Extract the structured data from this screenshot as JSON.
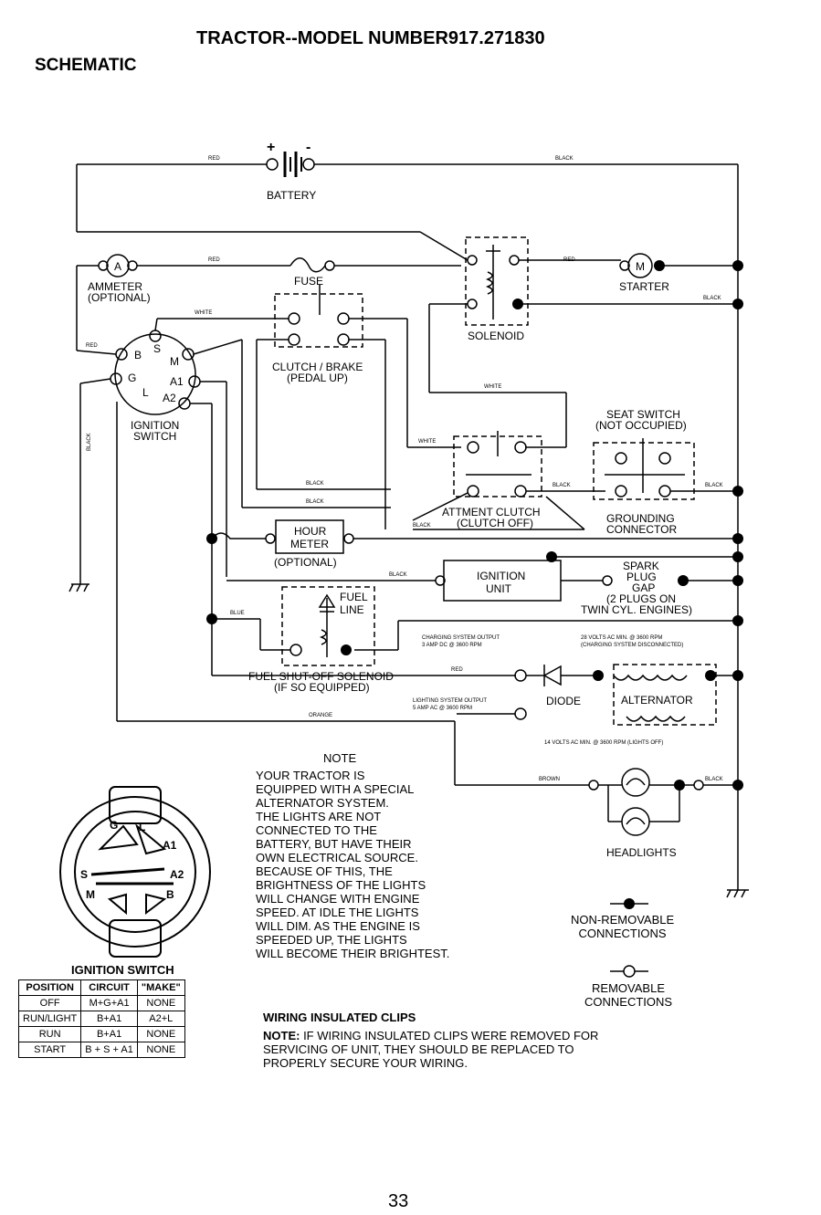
{
  "header": {
    "title": "TRACTOR--MODEL NUMBER917.271830",
    "section": "SCHEMATIC"
  },
  "components": {
    "battery": "BATTERY",
    "battery_plus": "+",
    "battery_minus": "-",
    "ammeter_symbol": "A",
    "ammeter": "AMMETER",
    "ammeter_opt": "(OPTIONAL)",
    "fuse": "FUSE",
    "clutch_brake": "CLUTCH / BRAKE",
    "clutch_brake_sub": "(PEDAL UP)",
    "solenoid": "SOLENOID",
    "starter_symbol": "M",
    "starter": "STARTER",
    "ignition_switch_line1": "IGNITION",
    "ignition_switch_line2": "SWITCH",
    "seat_switch": "SEAT SWITCH",
    "seat_switch_sub": "(NOT OCCUPIED)",
    "grounding": "GROUNDING",
    "grounding_sub": "CONNECTOR",
    "attmt_clutch": "ATTMENT CLUTCH",
    "attmt_clutch_sub": "(CLUTCH OFF)",
    "hour_meter_line1": "HOUR",
    "hour_meter_line2": "METER",
    "hour_meter_opt": "(OPTIONAL)",
    "ignition_unit_line1": "IGNITION",
    "ignition_unit_line2": "UNIT",
    "spark_plug_1": "SPARK",
    "spark_plug_2": "PLUG",
    "spark_plug_3": "GAP",
    "spark_plug_4": "(2 PLUGS ON",
    "spark_plug_5": "TWIN CYL. ENGINES)",
    "fuel_line_1": "FUEL",
    "fuel_line_2": "LINE",
    "fuel_shutoff": "FUEL SHUT-OFF SOLENOID",
    "fuel_shutoff_sub": "(IF SO EQUIPPED)",
    "charging_output_1": "CHARGING SYSTEM OUTPUT",
    "charging_output_2": "3 AMP DC @ 3600 RPM",
    "volts_28_1": "28 VOLTS AC MIN. @ 3600 RPM",
    "volts_28_2": "(CHARGING SYSTEM DISCONNECTED)",
    "lighting_output_1": "LIGHTING SYSTEM OUTPUT",
    "lighting_output_2": "5 AMP AC @ 3600 RPM",
    "diode": "DIODE",
    "alternator": "ALTERNATOR",
    "volts_14": "14 VOLTS AC MIN. @ 3600 RPM (LIGHTS OFF)",
    "headlights": "HEADLIGHTS"
  },
  "terminals": {
    "b": "B",
    "s": "S",
    "m": "M",
    "g": "G",
    "a1": "A1",
    "l": "L",
    "a2": "A2"
  },
  "ignition_icon_labels": {
    "g": "G",
    "l": "L",
    "a1": "A1",
    "s": "S",
    "a2": "A2",
    "m": "M",
    "b": "B"
  },
  "wire_colors": {
    "red": "RED",
    "black": "BLACK",
    "white": "WHITE",
    "blue": "BLUE",
    "orange": "ORANGE",
    "brown": "BROWN"
  },
  "note": {
    "title": "NOTE",
    "body": "YOUR TRACTOR IS\nEQUIPPED WITH A SPECIAL\nALTERNATOR SYSTEM.\nTHE LIGHTS ARE NOT\nCONNECTED TO THE\nBATTERY, BUT HAVE THEIR\nOWN ELECTRICAL SOURCE.\nBECAUSE OF THIS, THE\nBRIGHTNESS OF THE LIGHTS\nWILL CHANGE WITH ENGINE\nSPEED. AT IDLE THE LIGHTS\nWILL DIM. AS THE ENGINE IS\nSPEEDED UP, THE LIGHTS\nWILL BECOME THEIR BRIGHTEST."
  },
  "legend": {
    "non_removable": "NON-REMOVABLE\nCONNECTIONS",
    "removable": "REMOVABLE\nCONNECTIONS"
  },
  "clips": {
    "title": "WIRING INSULATED CLIPS",
    "note_label": "NOTE:",
    "note_text": " IF WIRING INSULATED CLIPS WERE REMOVED FOR\nSERVICING OF UNIT, THEY SHOULD BE REPLACED TO\nPROPERLY SECURE YOUR WIRING."
  },
  "ignition_table": {
    "caption": "IGNITION SWITCH",
    "headers": [
      "POSITION",
      "CIRCUIT",
      "\"MAKE\""
    ],
    "rows": [
      [
        "OFF",
        "M+G+A1",
        "NONE"
      ],
      [
        "RUN/LIGHT",
        "B+A1",
        "A2+L"
      ],
      [
        "RUN",
        "B+A1",
        "NONE"
      ],
      [
        "START",
        "B + S + A1",
        "NONE"
      ]
    ]
  },
  "page_number": "33"
}
